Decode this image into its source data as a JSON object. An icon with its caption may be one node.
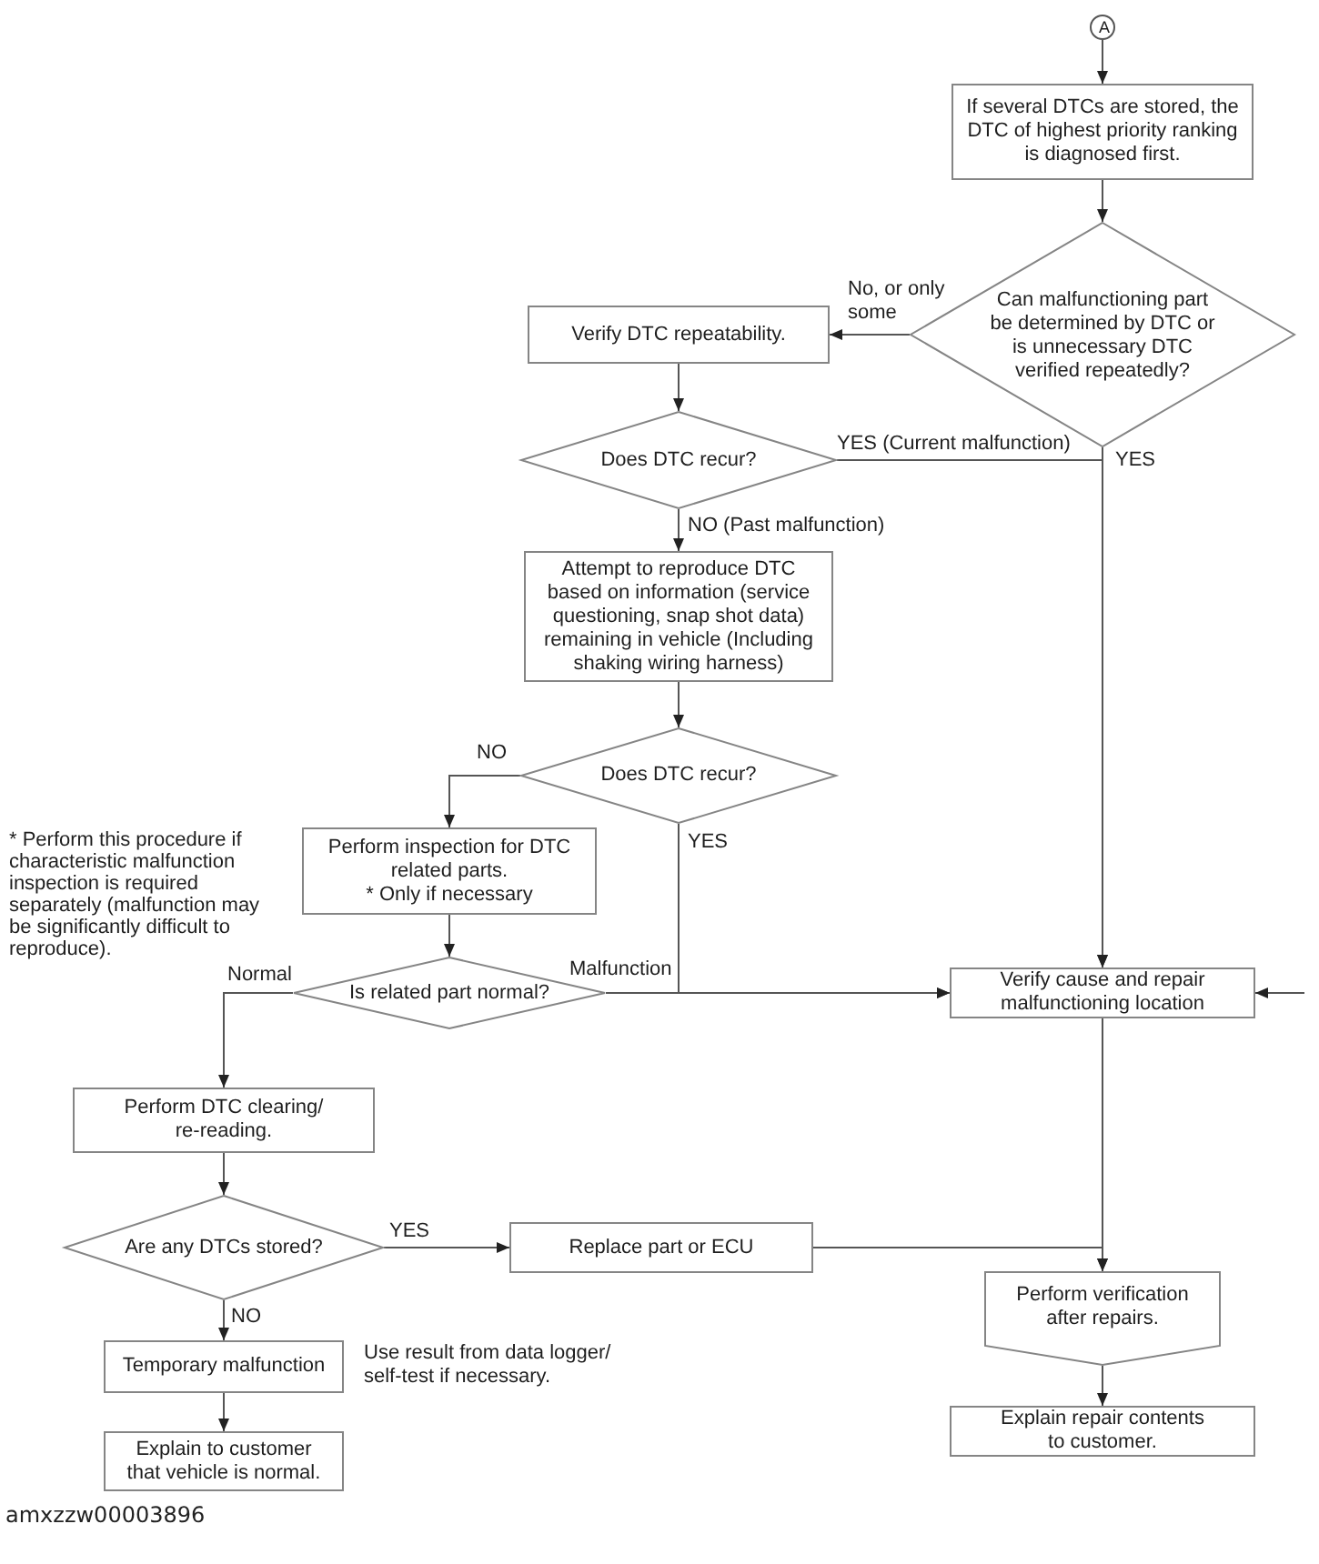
{
  "diagram": {
    "nodes": [
      {
        "text": [
          "A"
        ]
      },
      {
        "text": [
          "If several DTCs are stored, the DTC of highest priority ranking is diagnosed first."
        ]
      },
      {
        "text": [
          "Can malfunctioning part be determined by DTC or is unnecessary DTC verified repeatedly?"
        ]
      },
      {
        "text": [
          "Verify DTC repeatability."
        ]
      },
      {
        "text": [
          "Does DTC recur?"
        ]
      },
      {
        "text": [
          "Attempt to reproduce DTC based on information (service questioning, snap shot data) remaining in vehicle (Including shaking wiring harness)"
        ]
      },
      {
        "text": [
          "Does DTC recur?"
        ]
      },
      {
        "text": [
          "Perform inspection for DTC related parts.",
          "* Only if necessary"
        ]
      },
      {
        "text": [
          "Is related part normal?"
        ]
      },
      {
        "text": [
          "Verify cause and repair malfunctioning location"
        ]
      },
      {
        "text": [
          "Perform DTC clearing/ re-reading."
        ]
      },
      {
        "text": [
          "Are any DTCs stored?"
        ]
      },
      {
        "text": [
          "Replace part or ECU"
        ]
      },
      {
        "text": [
          "Temporary malfunction"
        ],
        "beside": [
          "Use result from data logger/ self-test if necessary."
        ]
      },
      {
        "text": [
          "Explain to customer that vehicle is normal."
        ]
      },
      {
        "text": [
          "Perform verification after repairs."
        ]
      },
      {
        "text": [
          "Explain repair contents to customer."
        ]
      }
    ],
    "edges": [
      {
        "from": 0,
        "to": 1,
        "arrow": "to"
      },
      {
        "from": 1,
        "to": 2,
        "arrow": "to"
      },
      {
        "from": 2,
        "to": 3,
        "arrow": "to",
        "label": "No, or only some"
      },
      {
        "from": 2,
        "to": 9,
        "arrow": "to",
        "label": "YES"
      },
      {
        "from": 3,
        "to": 4,
        "arrow": "to"
      },
      {
        "from": 4,
        "to": 9,
        "arrow": "to",
        "label": "YES (Current malfunction)"
      },
      {
        "from": 4,
        "to": 5,
        "arrow": "to",
        "label": "NO (Past malfunction)"
      },
      {
        "from": 5,
        "to": 6,
        "arrow": "to"
      },
      {
        "from": 6,
        "to": 7,
        "arrow": "to",
        "label": "NO"
      },
      {
        "from": 6,
        "to": 9,
        "arrow": "to",
        "label": "YES"
      },
      {
        "from": 7,
        "to": 8,
        "arrow": "to"
      },
      {
        "from": 8,
        "to": 9,
        "arrow": "to",
        "label": "Malfunction"
      },
      {
        "from": 8,
        "to": 10,
        "arrow": "to",
        "label": "Normal"
      },
      {
        "from": 10,
        "to": 11,
        "arrow": "to"
      },
      {
        "from": 11,
        "to": 12,
        "arrow": "to",
        "label": "YES"
      },
      {
        "from": 11,
        "to": 13,
        "arrow": "to",
        "label": "NO"
      },
      {
        "from": 12,
        "to": 15,
        "arrow": "to"
      },
      {
        "from": 9,
        "to": 15,
        "arrow": "to"
      },
      {
        "from": 13,
        "to": 14,
        "arrow": "to"
      },
      {
        "from": 15,
        "to": 16,
        "arrow": "to"
      },
      {
        "from": null,
        "to": 9,
        "arrow": "to"
      }
    ],
    "labels": [
      "* Perform this procedure if characteristic malfunction inspection is required separately (malfunction may be significantly difficult to reproduce).",
      "amxzzw00003896"
    ]
  }
}
